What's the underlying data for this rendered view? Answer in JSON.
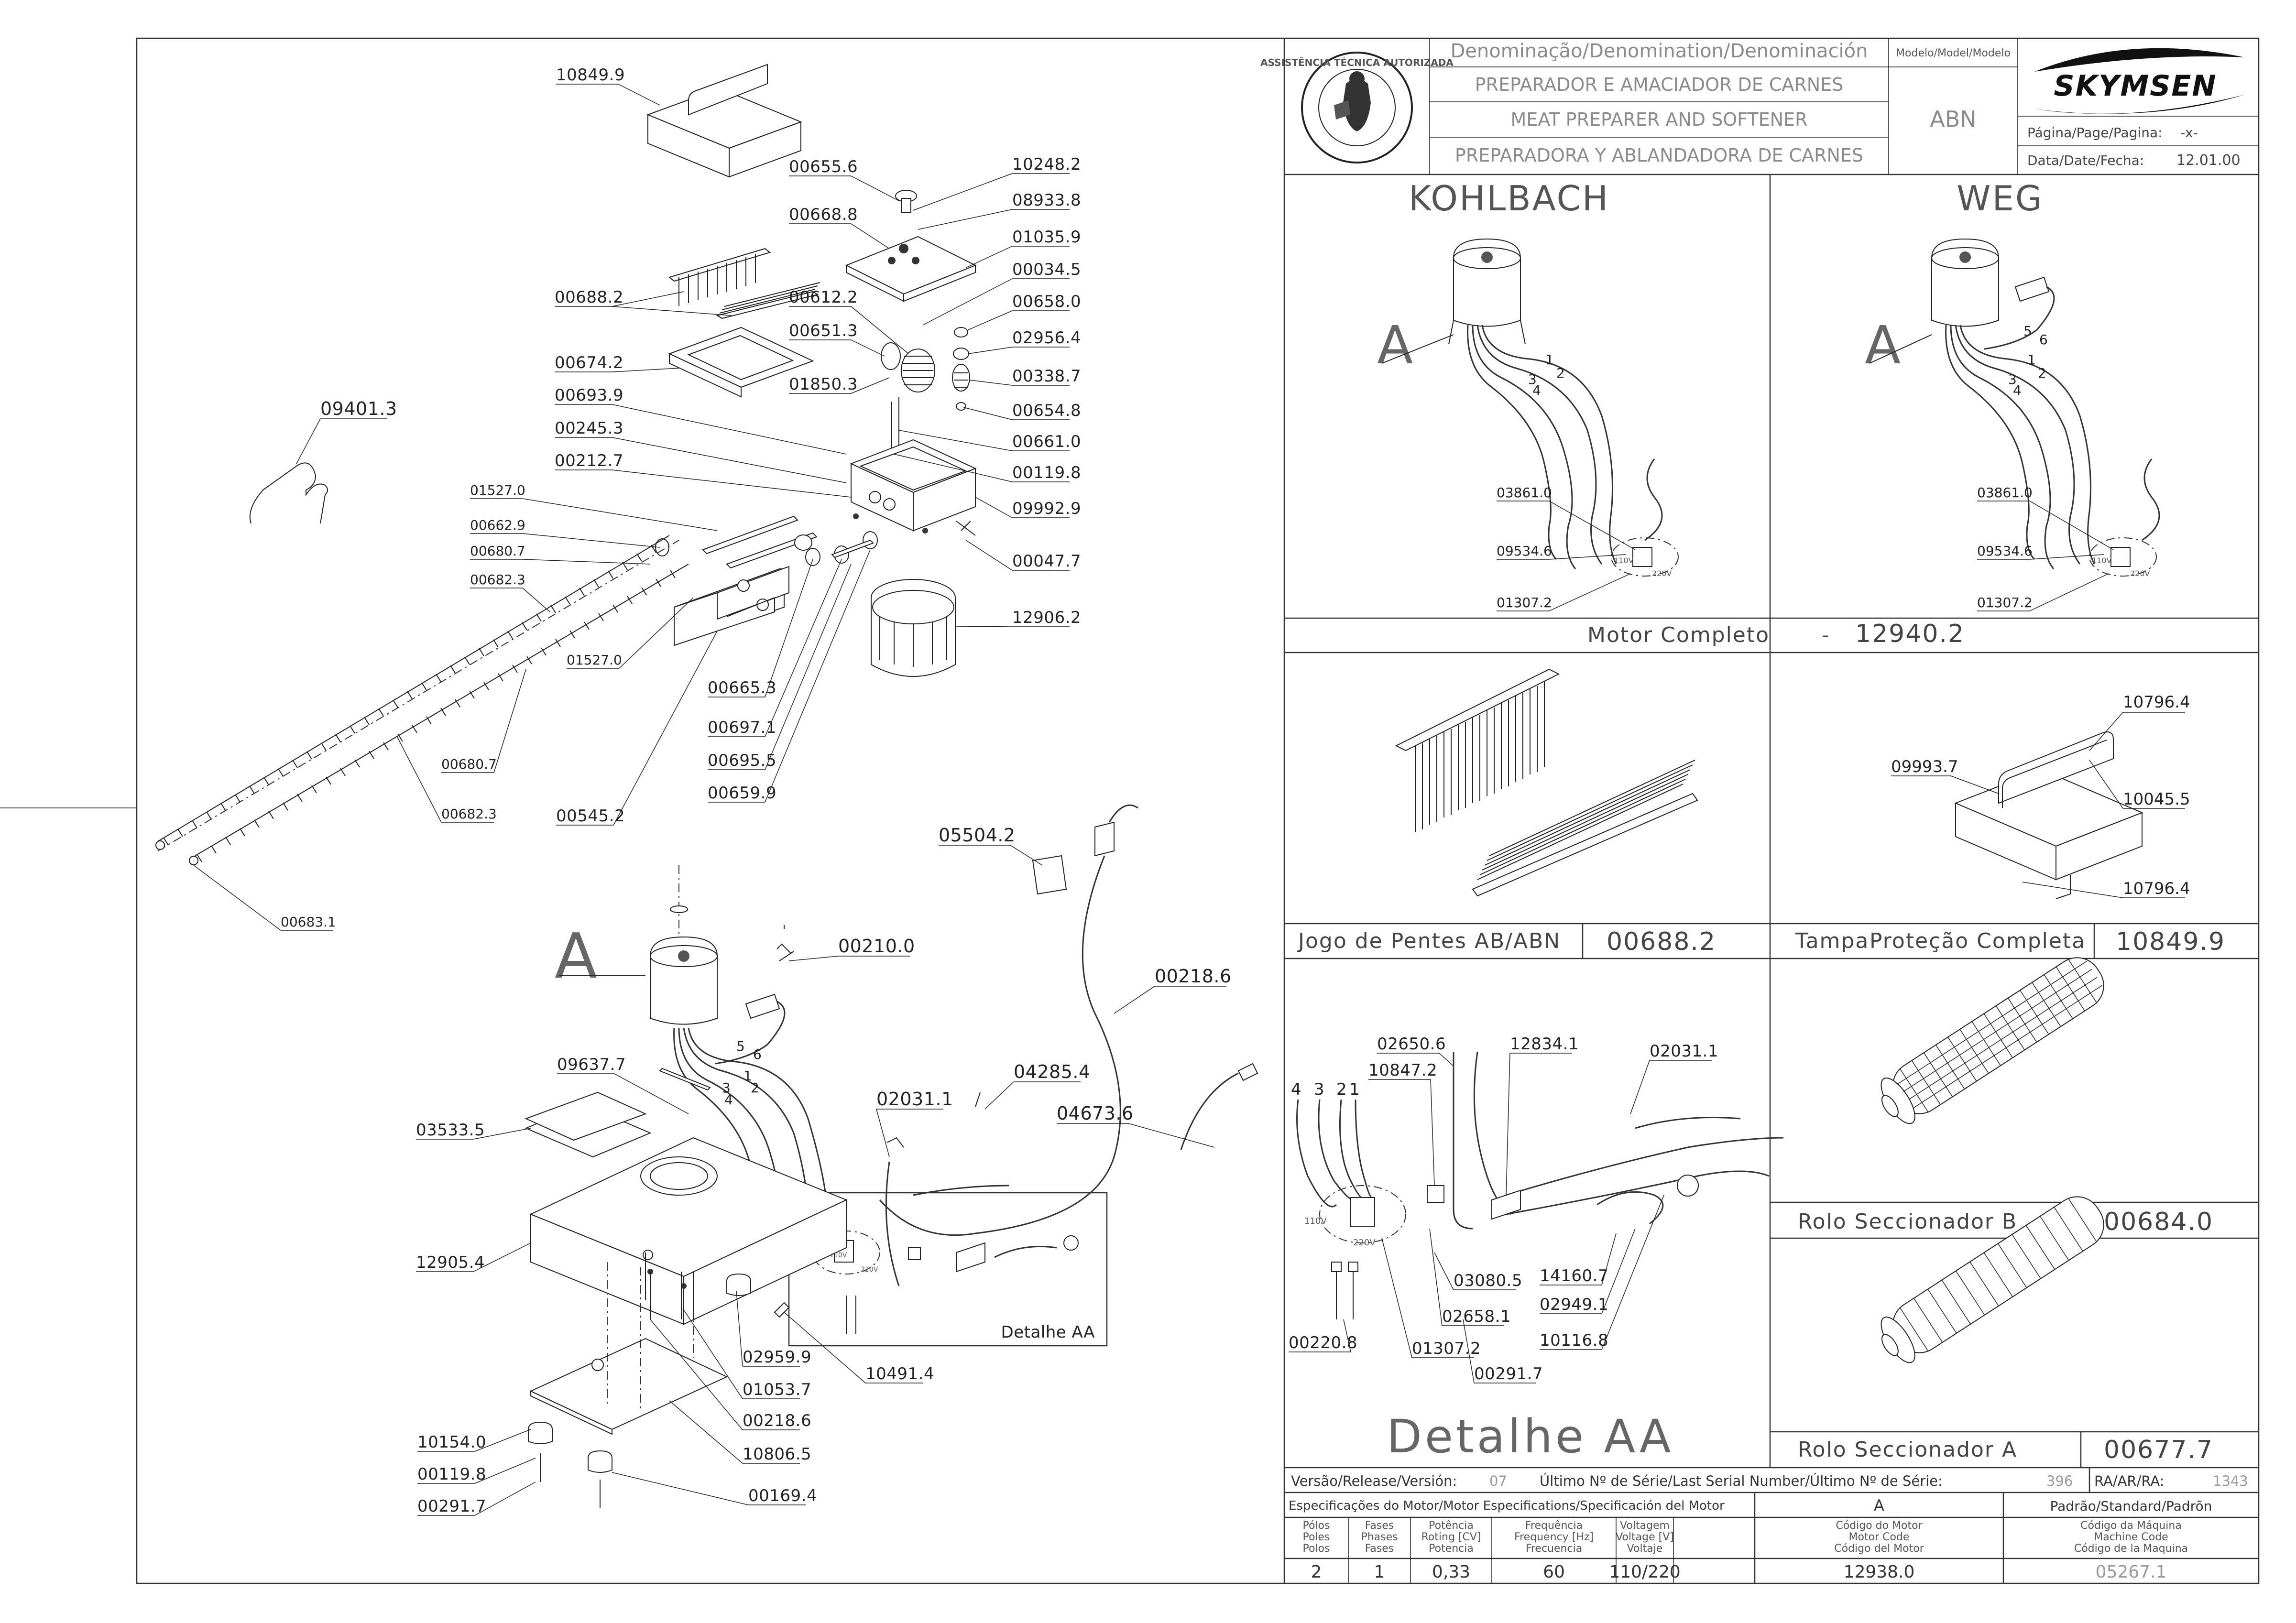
{
  "title_block": {
    "denomination_label": "Denominação/Denomination/Denominación",
    "name_pt": "PREPARADOR E AMACIADOR DE CARNES",
    "name_en": "MEAT PREPARER AND SOFTENER",
    "name_es": "PREPARADORA Y ABLANDADORA DE CARNES",
    "model_label": "Modelo/Model/Modelo",
    "model_value": "ABN",
    "brand": "SKYMSEN",
    "page_label": "Página/Page/Pagina:",
    "page_value": "-x-",
    "date_label": "Data/Date/Fecha:",
    "date_value": "12.01.00",
    "seal_text": "ASSISTÊNCIA TÉCNICA AUTORIZADA"
  },
  "motor_panels": {
    "kohlbach_title": "KOHLBACH",
    "weg_title": "WEG",
    "label_a": "A",
    "kohlbach_parts": [
      "03861.0",
      "09534.6",
      "01307.2"
    ],
    "weg_parts": [
      "03861.0",
      "09534.6",
      "01307.2",
      "5",
      "6"
    ],
    "wire_numbers": [
      "1",
      "2",
      "3",
      "4"
    ],
    "voltage_110": "110V",
    "voltage_220": "220V",
    "motor_caption": "Motor Completo",
    "motor_dash": "-",
    "motor_code": "12940.2"
  },
  "combs_panel": {
    "label": "Jogo de Pentes AB/ABN",
    "code": "00688.2"
  },
  "cover_panel": {
    "label": "Tampa",
    "label2": "Proteção Completa",
    "code": "10849.9",
    "parts": [
      "10796.4",
      "10045.5",
      "09993.7",
      "10796.4"
    ]
  },
  "roller_b": {
    "label": "Rolo Seccionador B",
    "code": "00684.0"
  },
  "roller_a": {
    "label": "Rolo Seccionador A",
    "code": "00677.7"
  },
  "detail_panel": {
    "title": "Detalhe AA",
    "wire_numbers": [
      "4",
      "3",
      "2",
      "1"
    ],
    "parts": [
      "02650.6",
      "10847.2",
      "12834.1",
      "02031.1",
      "03080.5",
      "02658.1",
      "14160.7",
      "02949.1",
      "10116.8",
      "00220.8",
      "01307.2",
      "00291.7"
    ]
  },
  "exploded_parts": [
    "10849.9",
    "00655.6",
    "10248.2",
    "00668.8",
    "08933.8",
    "01035.9",
    "00034.5",
    "00688.2",
    "00612.2",
    "00658.0",
    "00651.3",
    "02956.4",
    "00674.2",
    "01850.3",
    "00338.7",
    "00693.9",
    "00654.8",
    "00245.3",
    "00661.0",
    "00212.7",
    "00119.8",
    "01527.0",
    "09992.9",
    "00662.9",
    "00680.7",
    "00047.7",
    "00682.3",
    "12906.2",
    "01527.0",
    "00665.3",
    "00697.1",
    "00695.5",
    "00659.9",
    "00680.7",
    "00545.2",
    "00682.3",
    "00683.1",
    "09401.3",
    "05504.2",
    "00210.0",
    "00218.6",
    "09637.7",
    "03533.5",
    "04285.4",
    "02031.1",
    "04673.6",
    "12905.4",
    "02959.9",
    "01053.7",
    "10491.4",
    "00218.6",
    "10154.0",
    "10806.5",
    "00119.8",
    "00291.7",
    "00169.4"
  ],
  "exploded_letter_a": "A",
  "exploded_wire_numbers": [
    "5",
    "6",
    "1",
    "2",
    "3",
    "4"
  ],
  "detail_box_label": "Detalhe AA",
  "detail_box_voltages": [
    "110V",
    "220V"
  ],
  "release_row": {
    "version_label": "Versão/Release/Versión:",
    "version_value": "07",
    "serial_label": "Último Nº de Série/Last Serial Number/Último Nº de Série:",
    "serial_value": "396",
    "ra_label": "RA/AR/RA:",
    "ra_value": "1343"
  },
  "spec_table": {
    "title": "Especificações do Motor/Motor Especifications/Specificación del Motor",
    "col_a": "A",
    "col_std": "Padrão/Standard/Padrõn",
    "headers": [
      [
        "Pólos",
        "Poles",
        "Polos"
      ],
      [
        "Fases",
        "Phases",
        "Fases"
      ],
      [
        "Potência",
        "Roting [CV]",
        "Potencia"
      ],
      [
        "Frequência",
        "Frequency [Hz]",
        "Frecuencia"
      ],
      [
        "Voltagem",
        "Voltage [V]",
        "Voltaje"
      ],
      [
        "Código do Motor",
        "Motor Code",
        "Código del Motor"
      ],
      [
        "Código da Máquina",
        "Machine Code",
        "Código de la Maquina"
      ]
    ],
    "values": [
      "2",
      "1",
      "0,33",
      "60",
      "110/220",
      "12938.0",
      "05267.1"
    ]
  }
}
